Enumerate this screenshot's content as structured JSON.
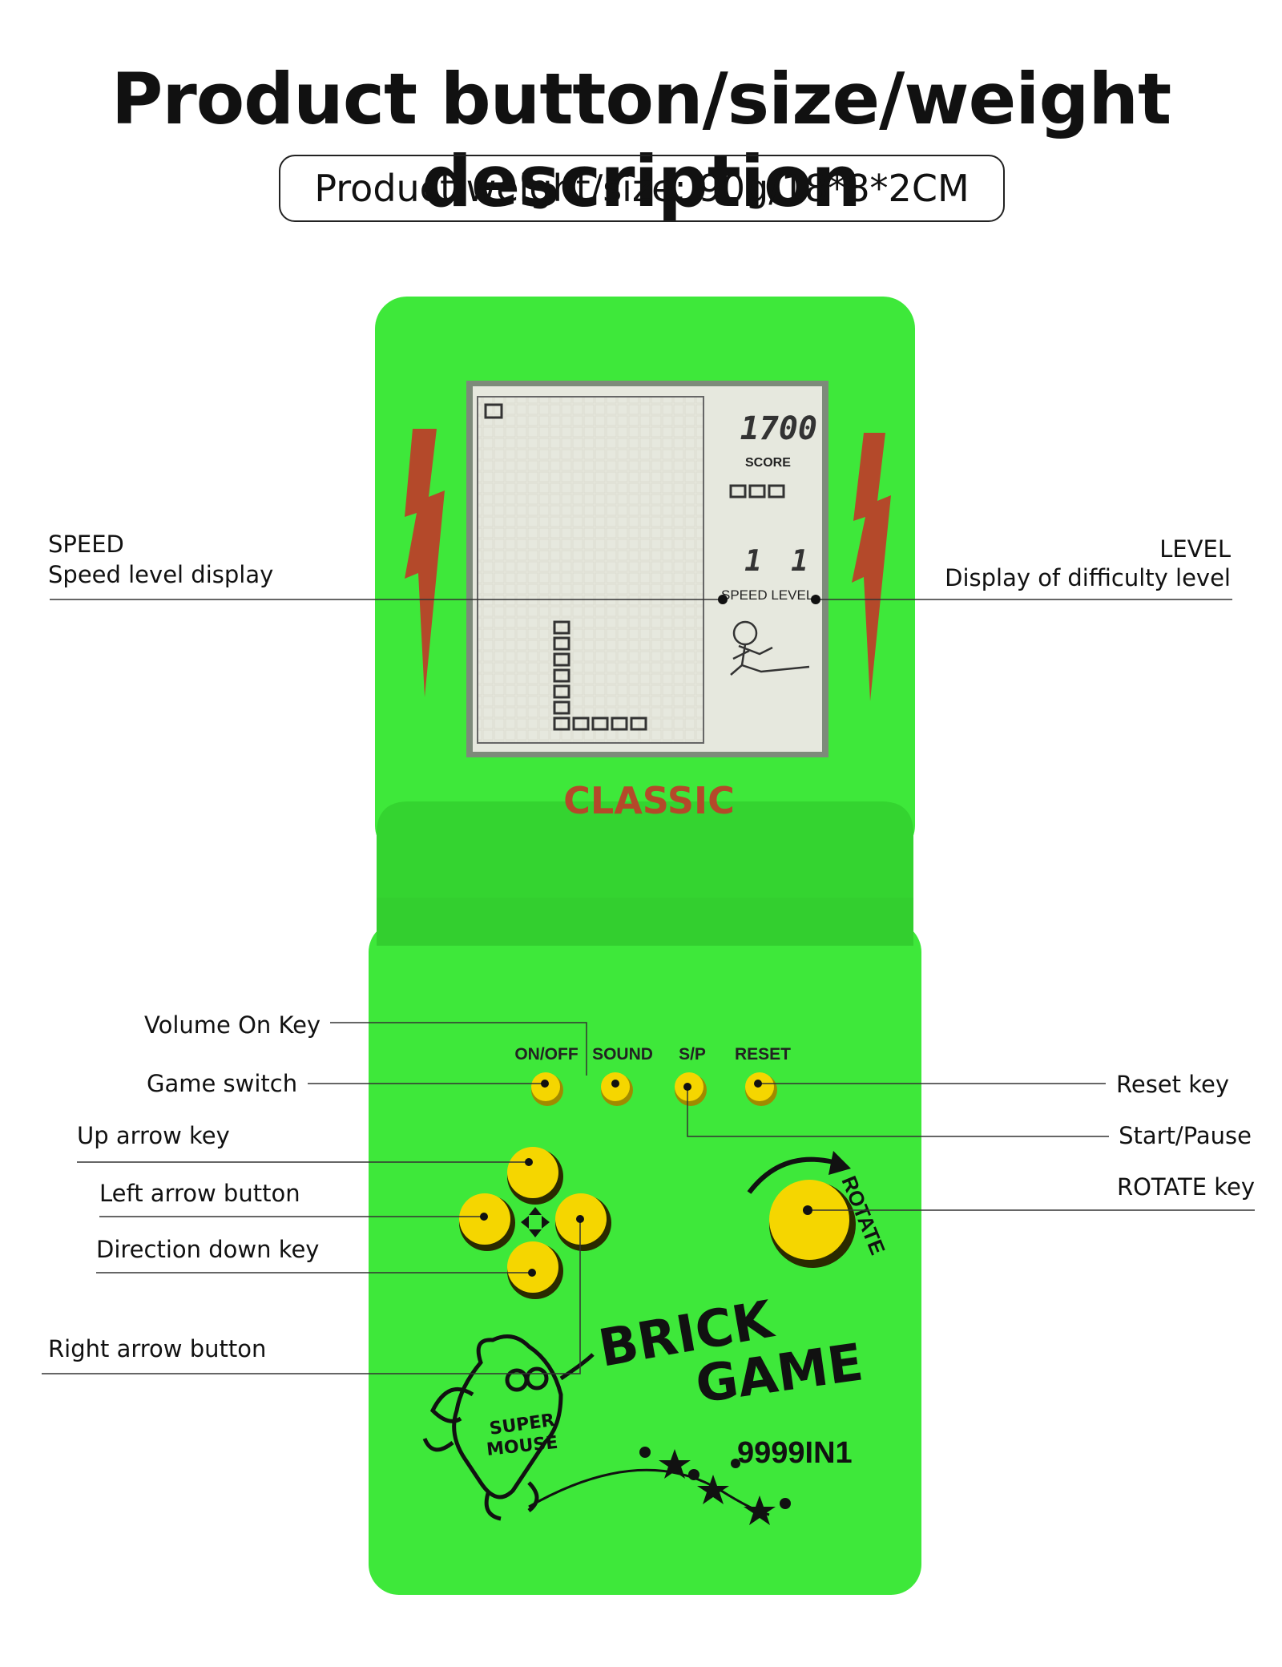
{
  "header": {
    "title": "Product button/size/weight description",
    "spec": "Product weight/size: 90g/18*8*2CM"
  },
  "device": {
    "body_color": "#3ee83a",
    "button_color": "#f5d600",
    "accent_color": "#b4492a",
    "screen": {
      "score_digits": "1700",
      "score_label": "SCORE",
      "speed_level_label": "SPEED LEVEL",
      "speed_value": "1",
      "level_value": "1"
    },
    "classic_label": "CLASSIC",
    "top_buttons": [
      "ON/OFF",
      "SOUND",
      "S/P",
      "RESET"
    ],
    "rotate_label": "ROTATE",
    "brand_line1": "BRICK",
    "brand_line2": "GAME",
    "mascot_line1": "SUPER",
    "mascot_line2": "MOUSE",
    "model": "9999IN1"
  },
  "labels": {
    "speed_title": "SPEED",
    "speed_desc": "Speed level display",
    "level_title": "LEVEL",
    "level_desc": "Display of difficulty level",
    "volume": "Volume On Key",
    "game_switch": "Game switch",
    "up": "Up arrow key",
    "left": "Left arrow button",
    "down": "Direction down key",
    "right": "Right arrow button",
    "reset": "Reset key",
    "start_pause": "Start/Pause",
    "rotate": "ROTATE key"
  }
}
